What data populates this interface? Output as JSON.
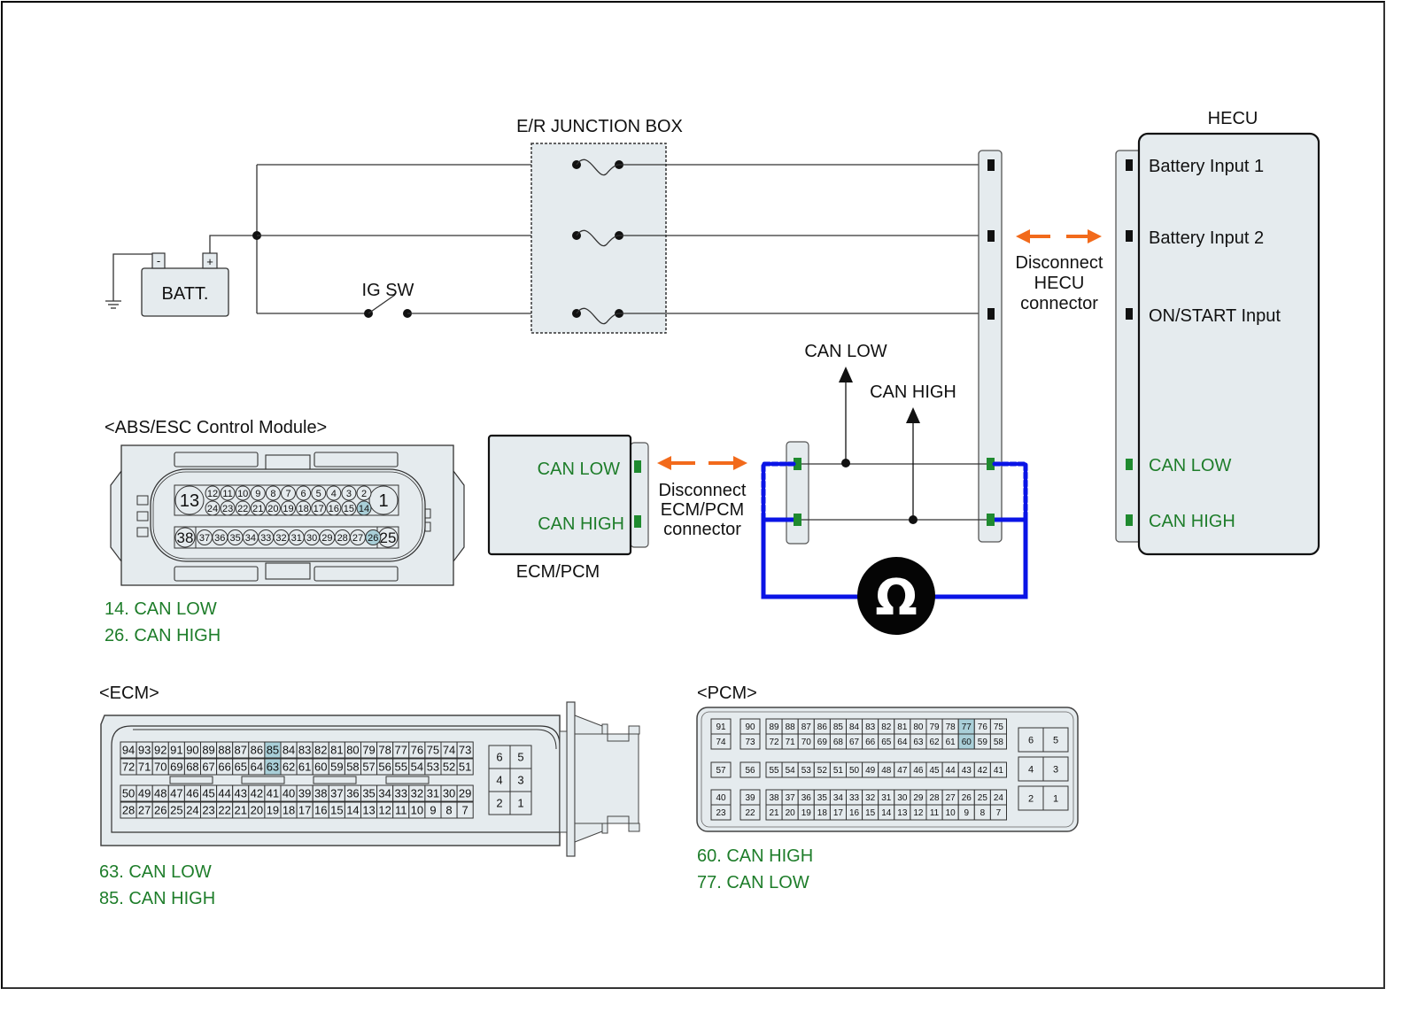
{
  "title_junction_box": "E/R JUNCTION BOX",
  "battery": {
    "label": "BATT.",
    "neg": "-",
    "pos": "+"
  },
  "ig_switch": "IG SW",
  "hecu": {
    "title": "HECU",
    "pins": [
      "Battery Input 1",
      "Battery Input 2",
      "ON/START Input",
      "CAN LOW",
      "CAN HIGH"
    ]
  },
  "disconnect_hecu": [
    "Disconnect",
    "HECU",
    "connector"
  ],
  "disconnect_ecm": [
    "Disconnect",
    "ECM/PCM",
    "connector"
  ],
  "ecm_pcm_box": {
    "title": "ECM/PCM",
    "pins": [
      "CAN LOW",
      "CAN HIGH"
    ]
  },
  "bus_labels": {
    "can_low": "CAN LOW",
    "can_high": "CAN HIGH"
  },
  "ohmmeter": {
    "symbol": "Ω",
    "icon": "ohmmeter-icon"
  },
  "abs_module": {
    "title": "<ABS/ESC Control Module>",
    "row1": [
      "13",
      "12",
      "11",
      "10",
      "9",
      "8",
      "7",
      "6",
      "5",
      "4",
      "3",
      "2",
      "1"
    ],
    "row2": [
      "24",
      "23",
      "22",
      "21",
      "20",
      "19",
      "18",
      "17",
      "16",
      "15",
      "14"
    ],
    "row3": [
      "38",
      "37",
      "36",
      "35",
      "34",
      "33",
      "32",
      "31",
      "30",
      "29",
      "28",
      "27",
      "26",
      "25"
    ],
    "highlight": [
      "14",
      "26"
    ],
    "legend": [
      "14. CAN LOW",
      "26. CAN HIGH"
    ]
  },
  "ecm": {
    "title": "<ECM>",
    "rows": [
      [
        "94",
        "93",
        "92",
        "91",
        "90",
        "89",
        "88",
        "87",
        "86",
        "85",
        "84",
        "83",
        "82",
        "81",
        "80",
        "79",
        "78",
        "77",
        "76",
        "75",
        "74",
        "73"
      ],
      [
        "72",
        "71",
        "70",
        "69",
        "68",
        "67",
        "66",
        "65",
        "64",
        "63",
        "62",
        "61",
        "60",
        "59",
        "58",
        "57",
        "56",
        "55",
        "54",
        "53",
        "52",
        "51"
      ],
      [
        "50",
        "49",
        "48",
        "47",
        "46",
        "45",
        "44",
        "43",
        "42",
        "41",
        "40",
        "39",
        "38",
        "37",
        "36",
        "35",
        "34",
        "33",
        "32",
        "31",
        "30",
        "29"
      ],
      [
        "28",
        "27",
        "26",
        "25",
        "24",
        "23",
        "22",
        "21",
        "20",
        "19",
        "18",
        "17",
        "16",
        "15",
        "14",
        "13",
        "12",
        "11",
        "10",
        "9",
        "8",
        "7"
      ]
    ],
    "side": [
      [
        "6",
        "5"
      ],
      [
        "4",
        "3"
      ],
      [
        "2",
        "1"
      ]
    ],
    "highlight": [
      "85",
      "63"
    ],
    "legend": [
      "63. CAN LOW",
      "85. CAN HIGH"
    ]
  },
  "pcm": {
    "title": "<PCM>",
    "block1": [
      {
        "a": [
          "91"
        ],
        "b": [
          "90"
        ],
        "c": [
          "89",
          "88",
          "87",
          "86",
          "85",
          "84",
          "83",
          "82",
          "81",
          "80",
          "79",
          "78",
          "77",
          "76",
          "75"
        ]
      },
      {
        "a": [
          "74"
        ],
        "b": [
          "73"
        ],
        "c": [
          "72",
          "71",
          "70",
          "69",
          "68",
          "67",
          "66",
          "65",
          "64",
          "63",
          "62",
          "61",
          "60",
          "59",
          "58"
        ]
      }
    ],
    "block2": [
      {
        "a": [
          "57"
        ],
        "b": [
          "56"
        ],
        "c": [
          "55",
          "54",
          "53",
          "52",
          "51",
          "50",
          "49",
          "48",
          "47",
          "46",
          "45",
          "44",
          "43",
          "42",
          "41"
        ]
      }
    ],
    "block3": [
      {
        "a": [
          "40"
        ],
        "b": [
          "39"
        ],
        "c": [
          "38",
          "37",
          "36",
          "35",
          "34",
          "33",
          "32",
          "31",
          "30",
          "29",
          "28",
          "27",
          "26",
          "25",
          "24"
        ]
      },
      {
        "a": [
          "23"
        ],
        "b": [
          "22"
        ],
        "c": [
          "21",
          "20",
          "19",
          "18",
          "17",
          "16",
          "15",
          "14",
          "13",
          "12",
          "11",
          "10",
          "9",
          "8",
          "7"
        ]
      }
    ],
    "side": [
      [
        "6",
        "5"
      ],
      [
        "4",
        "3"
      ],
      [
        "2",
        "1"
      ]
    ],
    "highlight": [
      "77",
      "60"
    ],
    "legend": [
      "60. CAN HIGH",
      "77. CAN LOW"
    ]
  },
  "colors": {
    "panel": "#e5ebee",
    "wire": "#333333",
    "green": "#1e7d2a",
    "pin_green": "#1f8a2f",
    "probe_blue": "#0a14e6",
    "arrow_orange": "#f26a1b",
    "highlight": "#a9cfd8"
  }
}
